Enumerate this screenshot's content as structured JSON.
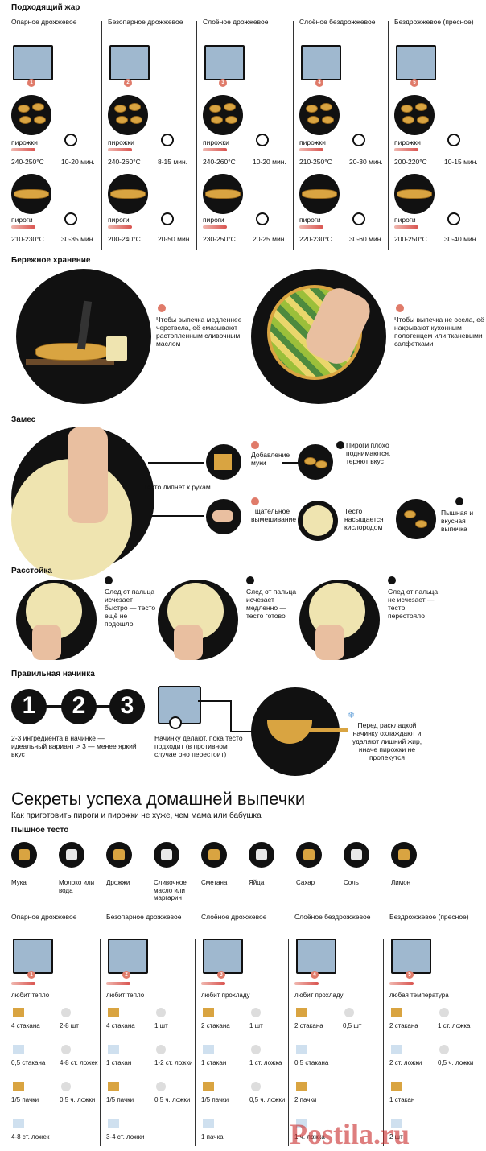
{
  "colors": {
    "accent_red": "#e07b6a",
    "gold": "#d9a441",
    "cream": "#efe4b0",
    "black": "#111111",
    "pot_blue": "#9fb8cf"
  },
  "heat": {
    "title": "Подходящий жар",
    "columns": [
      {
        "name": "Опарное дрожжевое",
        "num": "1",
        "pirozhki_label": "пирожки",
        "pirozhki_temp": "240-250°С",
        "pirozhki_time": "10-20 мин.",
        "pirogi_label": "пироги",
        "pirogi_temp": "210-230°С",
        "pirogi_time": "30-35 мин."
      },
      {
        "name": "Безопарное дрожжевое",
        "num": "2",
        "pirozhki_label": "пирожки",
        "pirozhki_temp": "240-260°С",
        "pirozhki_time": "8-15 мин.",
        "pirogi_label": "пироги",
        "pirogi_temp": "200-240°С",
        "pirogi_time": "20-50 мин."
      },
      {
        "name": "Слоёное дрожжевое",
        "num": "3",
        "pirozhki_label": "пирожки",
        "pirozhki_temp": "240-260°С",
        "pirozhki_time": "10-20 мин.",
        "pirogi_label": "пироги",
        "pirogi_temp": "230-250°С",
        "pirogi_time": "20-25 мин."
      },
      {
        "name": "Слоёное бездрожжевое",
        "num": "4",
        "pirozhki_label": "пирожки",
        "pirozhki_temp": "210-250°С",
        "pirozhki_time": "20-30 мин.",
        "pirogi_label": "пироги",
        "pirogi_temp": "220-230°С",
        "pirogi_time": "30-60 мин."
      },
      {
        "name": "Бездрожжевое (пресное)",
        "num": "5",
        "pirozhki_label": "пирожки",
        "pirozhki_temp": "200-220°С",
        "pirozhki_time": "10-15 мин.",
        "pirogi_label": "пироги",
        "pirogi_temp": "200-250°С",
        "pirogi_time": "30-40 мин."
      }
    ]
  },
  "storage": {
    "title": "Бережное хранение",
    "tip1_num": "1",
    "tip1": "Чтобы выпечка медленнее черствела, её смазывают растопленным сливочным маслом",
    "tip2_num": "2",
    "tip2": "Чтобы выпечка не осела, её накрывают кухонным полотенцем или тканевыми салфетками"
  },
  "kneading": {
    "title": "Замес",
    "sticky": "Тесто липнет к рукам",
    "flour_num": "1",
    "flour": "Добавление муки",
    "bad": "Пироги плохо поднимаются, теряют вкус",
    "knead_num": "2",
    "knead": "Тщательное вымешивание",
    "oxygen": "Тесто насыщается кислородом",
    "good": "Пышная и вкусная выпечка"
  },
  "proofing": {
    "title": "Расстойка",
    "items": [
      {
        "text": "След от пальца исчезает быстро — тесто ещё не подошло"
      },
      {
        "text": "След от пальца исчезает медленно — тесто готово"
      },
      {
        "text": "След от пальца не исчезает — тесто перестояло"
      }
    ]
  },
  "filling": {
    "title": "Правильная начинка",
    "numbers": [
      "1",
      "2",
      "3"
    ],
    "rule": "2-3 ингредиента в начинке — идеальный вариант > 3 — менее яркий вкус",
    "cooked": "Начинку делают, пока тесто подходит (в противном случае оно перестоит)",
    "cool": "Перед раскладкой начинку охлаждают и удаляют лишний жир, иначе пирожки не пропекутся"
  },
  "main_title": "Секреты успеха домашней выпечки",
  "subtitle": "Как приготовить пироги и пирожки не хуже, чем мама или бабушка",
  "fluffy": {
    "title": "Пышное тесто",
    "ingredients": [
      "Мука",
      "Молоко или вода",
      "Дрожжи",
      "Сливочное масло или маргарин",
      "Сметана",
      "Яйца",
      "Сахар",
      "Соль",
      "Лимон"
    ]
  },
  "recipes": [
    {
      "name": "Опарное дрожжевое",
      "num": "1",
      "temp": "любит тепло",
      "rows": [
        [
          "4 стакана",
          "2-8 шт"
        ],
        [
          "0,5 стакана",
          "4-8 ст. ложек"
        ],
        [
          "1/5 пачки",
          "0,5 ч. ложки"
        ],
        [
          "4-8 ст. ложек",
          ""
        ]
      ]
    },
    {
      "name": "Безопарное дрожжевое",
      "num": "2",
      "temp": "любит тепло",
      "rows": [
        [
          "4 стакана",
          "1 шт"
        ],
        [
          "1 стакан",
          "1-2 ст. ложки"
        ],
        [
          "1/5 пачки",
          "0,5 ч. ложки"
        ],
        [
          "3-4 ст. ложки",
          ""
        ]
      ]
    },
    {
      "name": "Слоёное дрожжевое",
      "num": "3",
      "temp": "любит прохладу",
      "rows": [
        [
          "2 стакана",
          "1 шт"
        ],
        [
          "1 стакан",
          "1 ст. ложка"
        ],
        [
          "1/5 пачки",
          "0,5 ч. ложки"
        ],
        [
          "1 пачка",
          ""
        ]
      ]
    },
    {
      "name": "Слоёное бездрожжевое",
      "num": "4",
      "temp": "любит прохладу",
      "rows": [
        [
          "2 стакана",
          "0,5 шт"
        ],
        [
          "0,5 стакана",
          ""
        ],
        [
          "2 пачки",
          ""
        ],
        [
          "1 ч. ложка",
          ""
        ]
      ]
    },
    {
      "name": "Бездрожжевое (пресное)",
      "num": "5",
      "temp": "любая температура",
      "rows": [
        [
          "2 стакана",
          "1 ст. ложка"
        ],
        [
          "2 ст. ложки",
          "0,5 ч. ложки"
        ],
        [
          "1 стакан",
          ""
        ],
        [
          "2 шт",
          ""
        ]
      ]
    }
  ],
  "watermark": "Postila.ru"
}
